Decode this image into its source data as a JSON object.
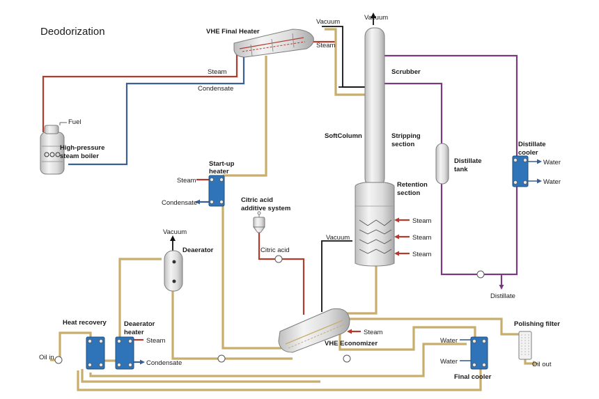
{
  "title": "Deodorization",
  "equipment": {
    "vhe_final_heater": "VHE Final Heater",
    "boiler": [
      "High-pressure",
      "steam boiler"
    ],
    "startup_heater": [
      "Start-up",
      "heater"
    ],
    "citric_acid_system": [
      "Citric acid",
      "additive system"
    ],
    "deaerator": "Deaerator",
    "heat_recovery": "Heat recovery",
    "deaerator_heater": [
      "Deaerator",
      "heater"
    ],
    "vhe_economizer": "VHE Economizer",
    "scrubber": "Scrubber",
    "softcolumn": "SoftColumn",
    "stripping_section": [
      "Stripping",
      "section"
    ],
    "retention_section": [
      "Retention",
      "section"
    ],
    "distillate_tank": [
      "Distillate",
      "tank"
    ],
    "distillate_cooler": [
      "Distillate",
      "cooler"
    ],
    "final_cooler": "Final cooler",
    "polishing_filter": "Polishing filter"
  },
  "streams": {
    "vacuum_top": "Vacuum",
    "vacuum_heater": "Vacuum",
    "steam_heater": "Steam",
    "steam_boiler": "Steam",
    "condensate_boiler": "Condensate",
    "fuel": "Fuel",
    "steam_startup": "Steam",
    "condensate_startup": "Condensate",
    "vacuum_deaerator": "Vacuum",
    "citric_acid": "Citric acid",
    "vacuum_economizer": "Vacuum",
    "steam_retention_1": "Steam",
    "steam_retention_2": "Steam",
    "steam_retention_3": "Steam",
    "steam_economizer": "Steam",
    "steam_deaerator_heater": "Steam",
    "condensate_deaerator_heater": "Condensate",
    "water_cooler_in": "Water",
    "water_cooler_out": "Water",
    "water_final_in": "Water",
    "water_final_out": "Water",
    "distillate_out": "Distillate",
    "oil_in": "Oil in",
    "oil_out": "Oil out"
  },
  "colors": {
    "oil": "#c8ad6c",
    "steam": "#b23a2e",
    "condensate": "#3a5f93",
    "vacuum": "#111111",
    "distillate": "#7a3a7f",
    "exchanger": "#2f73b8"
  }
}
